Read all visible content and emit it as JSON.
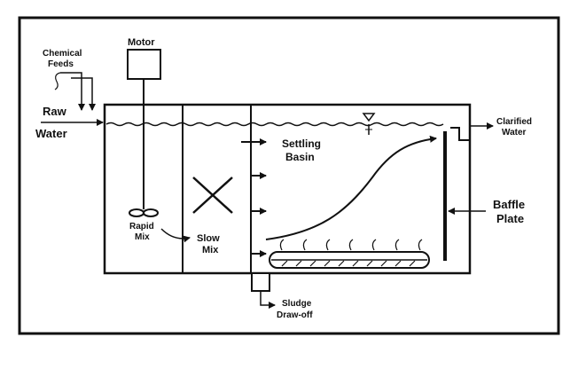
{
  "labels": {
    "motor": "Motor",
    "chemical_feeds_line1": "Chemical",
    "chemical_feeds_line2": "Feeds",
    "raw_water_line1": "Raw",
    "raw_water_line2": "Water",
    "clarified_water_line1": "Clarified",
    "clarified_water_line2": "Water",
    "settling_basin_line1": "Settling",
    "settling_basin_line2": "Basin",
    "rapid_mix_line1": "Rapid",
    "rapid_mix_line2": "Mix",
    "slow_mix_line1": "Slow",
    "slow_mix_line2": "Mix",
    "baffle_plate_line1": "Baffle",
    "baffle_plate_line2": "Plate",
    "sludge_drawoff_line1": "Sludge",
    "sludge_drawoff_line2": "Draw-off"
  },
  "colors": {
    "ink": "#111111",
    "paper": "#ffffff"
  },
  "icons": {
    "water_level": "triangle-down-icon",
    "impeller": "propeller-icon",
    "paddle": "x-paddle-icon"
  }
}
